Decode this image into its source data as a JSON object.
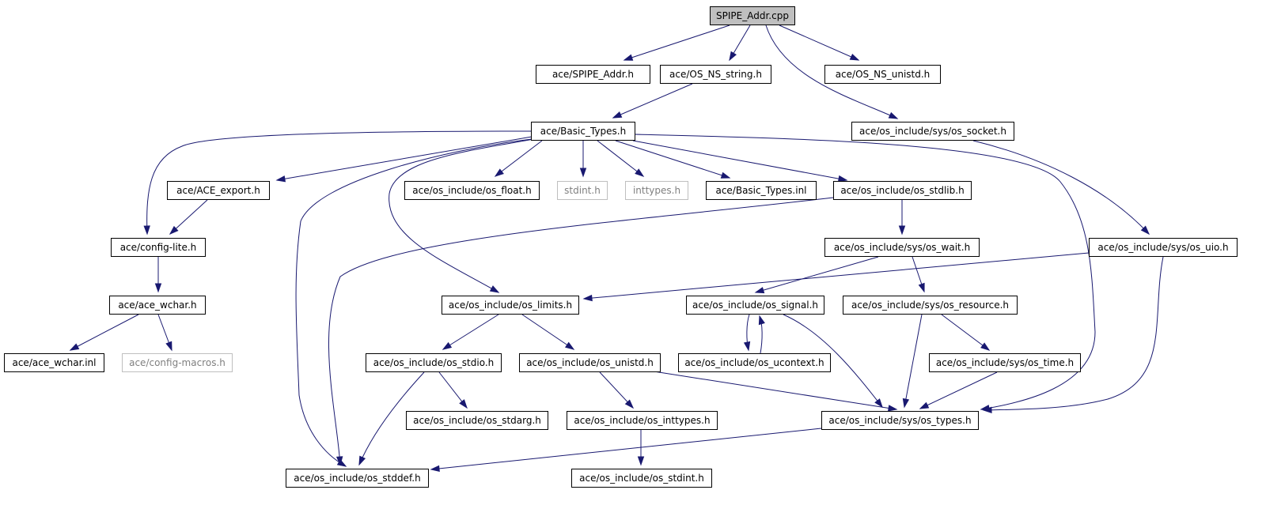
{
  "graph": {
    "colors": {
      "edge": "#191970",
      "node_border": "#000000",
      "root_fill": "#bfbfbf",
      "missing_border": "#bfbfbf",
      "missing_text": "#7f7f7f"
    },
    "nodes": {
      "spipe_addr_cpp": "SPIPE_Addr.cpp",
      "spipe_addr_h": "ace/SPIPE_Addr.h",
      "os_ns_string_h": "ace/OS_NS_string.h",
      "os_ns_unistd_h": "ace/OS_NS_unistd.h",
      "basic_types_h": "ace/Basic_Types.h",
      "os_socket_h": "ace/os_include/sys/os_socket.h",
      "ace_export_h": "ace/ACE_export.h",
      "os_float_h": "ace/os_include/os_float.h",
      "stdint_h": "stdint.h",
      "inttypes_h": "inttypes.h",
      "basic_types_inl": "ace/Basic_Types.inl",
      "os_stdlib_h": "ace/os_include/os_stdlib.h",
      "config_lite_h": "ace/config-lite.h",
      "os_wait_h": "ace/os_include/sys/os_wait.h",
      "os_uio_h": "ace/os_include/sys/os_uio.h",
      "ace_wchar_h": "ace/ace_wchar.h",
      "os_limits_h": "ace/os_include/os_limits.h",
      "os_signal_h": "ace/os_include/os_signal.h",
      "os_resource_h": "ace/os_include/sys/os_resource.h",
      "ace_wchar_inl": "ace/ace_wchar.inl",
      "config_macros_h": "ace/config-macros.h",
      "os_stdio_h": "ace/os_include/os_stdio.h",
      "os_unistd_h": "ace/os_include/os_unistd.h",
      "os_ucontext_h": "ace/os_include/os_ucontext.h",
      "os_time_h": "ace/os_include/sys/os_time.h",
      "os_stdarg_h": "ace/os_include/os_stdarg.h",
      "os_inttypes_h": "ace/os_include/os_inttypes.h",
      "os_types_h": "ace/os_include/sys/os_types.h",
      "os_stddef_h": "ace/os_include/os_stddef.h",
      "os_stdint_h": "ace/os_include/os_stdint.h"
    }
  }
}
